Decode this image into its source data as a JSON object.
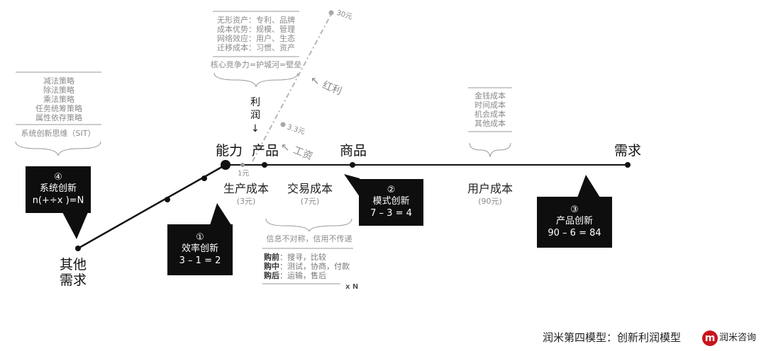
{
  "diagram": {
    "nodes": {
      "capability": "能力",
      "product": "产品",
      "goods": "商品",
      "demand": "需求",
      "other_demand_1": "其他",
      "other_demand_2": "需求"
    },
    "profit_vertical": [
      "利",
      "润",
      "↓"
    ],
    "costs": {
      "production": {
        "label": "生产成本",
        "value": "(3元)"
      },
      "transaction": {
        "label": "交易成本",
        "value": "(7元)"
      },
      "user": {
        "label": "用户成本",
        "value": "(90元)"
      }
    },
    "tick_1yuan": "1元",
    "dividend_axis": {
      "top_value": "30元",
      "low_value": "3.3元",
      "dividend_label": "红利",
      "wage_label": "工资",
      "arrow": "↖"
    },
    "moat_box": {
      "lines": [
        "无形资产：专利、品牌",
        "成本优势：规模、管理",
        "网络效应：用户、生态",
        "迁移成本：习惯、资产"
      ],
      "caption": "核心竞争力=护城河=壁垒"
    },
    "strategy_box": {
      "lines": [
        "减法策略",
        "除法策略",
        "乘法策略",
        "任务统筹策略",
        "属性依存策略"
      ],
      "caption": "系统创新思维（SIT）"
    },
    "user_cost_box": {
      "lines": [
        "金钱成本",
        "时间成本",
        "机会成本",
        "其他成本"
      ]
    },
    "transaction_box": {
      "title": "信息不对称，信用不传递",
      "rows": [
        {
          "key": "购前",
          "value": "：搜寻，比较"
        },
        {
          "key": "购中",
          "value": "：测试，协商，付款"
        },
        {
          "key": "购后",
          "value": "：运输，售后"
        }
      ],
      "multiplier": "x N"
    },
    "callouts": {
      "system": {
        "num": "④",
        "title": "系统创新",
        "formula": "n(+÷x )=N"
      },
      "efficiency": {
        "num": "①",
        "title": "效率创新",
        "formula": "3 – 1 = 2"
      },
      "model": {
        "num": "②",
        "title": "模式创新",
        "formula": "7 – 3 = 4"
      },
      "product": {
        "num": "③",
        "title": "产品创新",
        "formula": "90 – 6 = 84"
      }
    }
  },
  "footer": {
    "title": "润米第四模型：创新利润模型",
    "logo_letter": "m",
    "brand": "润米咨询"
  },
  "colors": {
    "line": "#111111",
    "gray": "#8a8a8a",
    "dashed": "#b5b5b5",
    "callout_bg": "#0e0e0e",
    "logo": "#c8141b"
  }
}
